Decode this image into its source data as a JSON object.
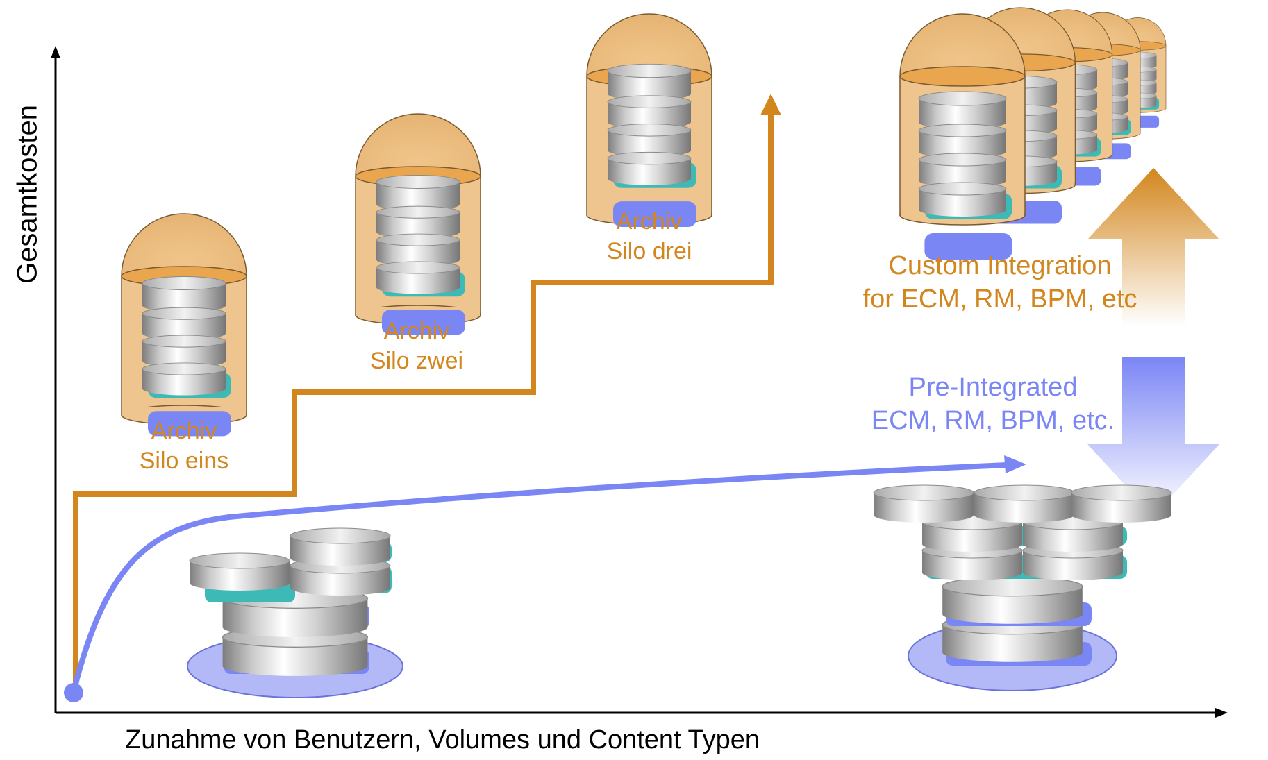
{
  "axes": {
    "y_label": "Gesamtkosten",
    "x_label": "Zunahme von Benutzern, Volumes und Content Typen"
  },
  "silos": [
    {
      "line1": "Archiv",
      "line2": "Silo eins"
    },
    {
      "line1": "Archiv",
      "line2": "Silo zwei"
    },
    {
      "line1": "Archiv",
      "line2": "Silo drei"
    }
  ],
  "custom": {
    "line1": "Custom Integration",
    "line2": "for ECM, RM, BPM, etc"
  },
  "preintegrated": {
    "line1": "Pre-Integrated",
    "line2": "ECM, RM, BPM, etc."
  },
  "colors": {
    "orange": "#d3861e",
    "blue": "#7b86f5",
    "teal": "#3dbab6",
    "silo_fill": "#eec58f",
    "axis": "#000000"
  }
}
